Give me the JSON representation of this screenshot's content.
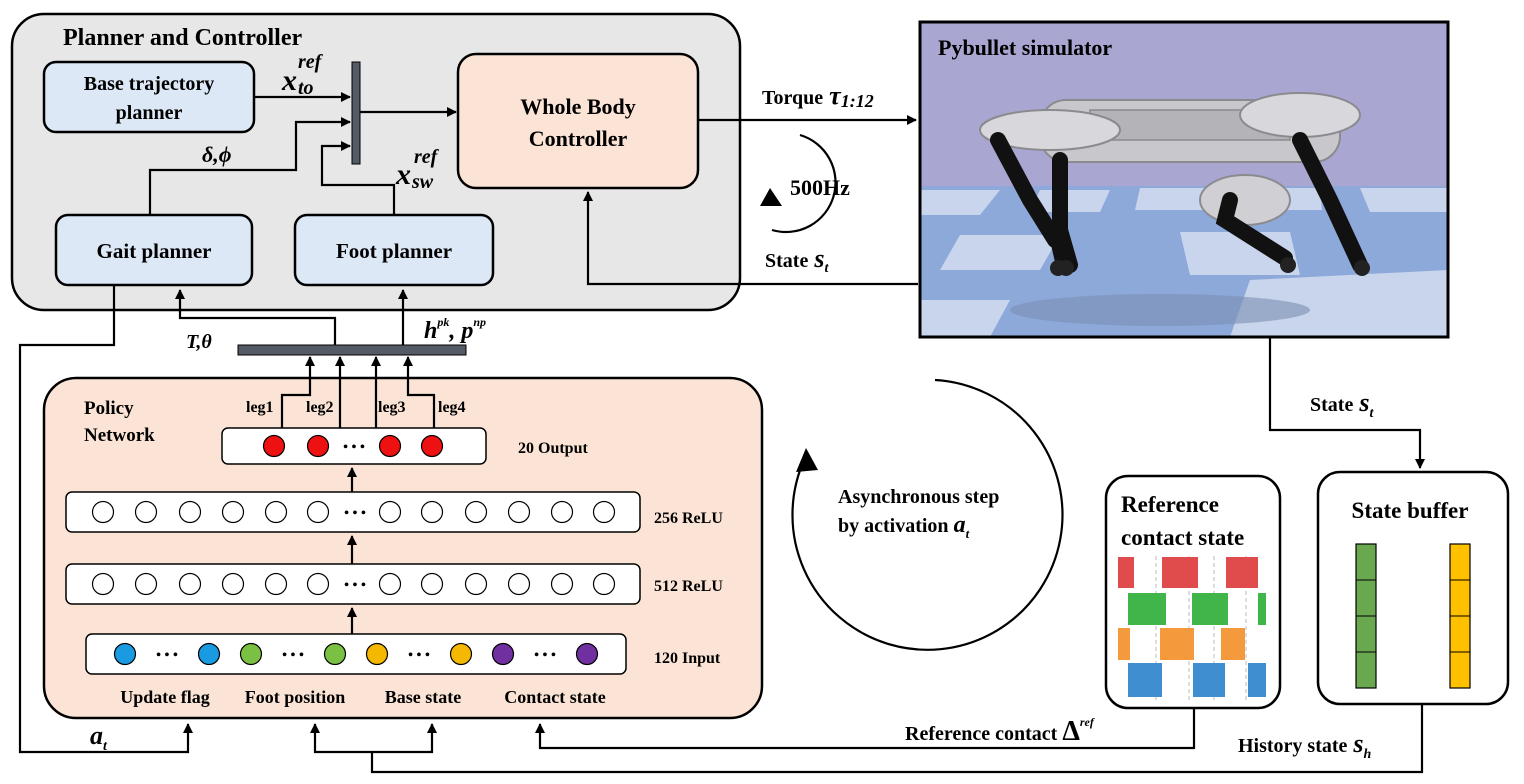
{
  "planner": {
    "title": "Planner and Controller",
    "base_traj_line1": "Base trajectory",
    "base_traj_line2": "planner",
    "gait": "Gait planner",
    "foot": "Foot planner",
    "wbc_line1": "Whole Body",
    "wbc_line2": "Controller",
    "x_to_var": "x",
    "x_to_sup": "ref",
    "x_to_sub": "to",
    "x_sw_var": "x",
    "x_sw_sup": "ref",
    "x_sw_sub": "sw",
    "delta_phi": "δ,ϕ"
  },
  "simulator": {
    "title": "Pybullet simulator",
    "torque_label": "Torque",
    "torque_symbol": "τ",
    "torque_sub": "1:12",
    "rate": "500Hz",
    "state_label": "State",
    "state_symbol": "s",
    "state_sub": "t"
  },
  "interface": {
    "t_theta": "T,θ",
    "h_var": "h",
    "h_sup": "pk",
    "p_var": ", p",
    "p_sup": "np"
  },
  "policy": {
    "title_line1": "Policy",
    "title_line2": "Network",
    "legs": [
      "leg1",
      "leg2",
      "leg3",
      "leg4"
    ],
    "output_label": "20 Output",
    "relu256_label": "256 ReLU",
    "relu512_label": "512 ReLU",
    "input_label": "120  Input",
    "input_groups": [
      "Update flag",
      "Foot position",
      "Base state",
      "Contact state"
    ],
    "ellipsis": "• • •"
  },
  "async": {
    "line1": "Asynchronous step",
    "line2": "by activation ",
    "var": "a",
    "sub": "t"
  },
  "reference": {
    "title_line1": "Reference",
    "title_line2": "contact state",
    "bottom_label": "Reference contact ",
    "delta": "Δ",
    "delta_sup": "ref"
  },
  "buffer": {
    "title": "State buffer",
    "state_label": "State",
    "state_symbol": "s",
    "state_sub": "t",
    "history_label": "History state",
    "history_symbol": "s",
    "history_sub": "h"
  },
  "activation": {
    "var": "a",
    "sub": "t"
  },
  "colors": {
    "panel_gray": "#e7e7e7",
    "box_blue": "#dce8f5",
    "box_peach": "#fbe4d5",
    "node_red": "#ee1111",
    "node_blue": "#1a9ae0",
    "node_green": "#7ac143",
    "node_yellow": "#f5b800",
    "node_purple": "#7030a0",
    "bar_dark": "#555b66",
    "sim_sky": "#a9a7d2",
    "sim_floor": "#8ca9d9",
    "contact_red": "#e04b4b",
    "contact_green": "#3fb54a",
    "contact_orange": "#f59a3c",
    "contact_blue": "#3f8fd0",
    "buffer_green": "#6aa84f",
    "buffer_yellow": "#ffc000"
  },
  "icons": [
    "loop-arrow-icon",
    "quadruped-robot-image"
  ]
}
